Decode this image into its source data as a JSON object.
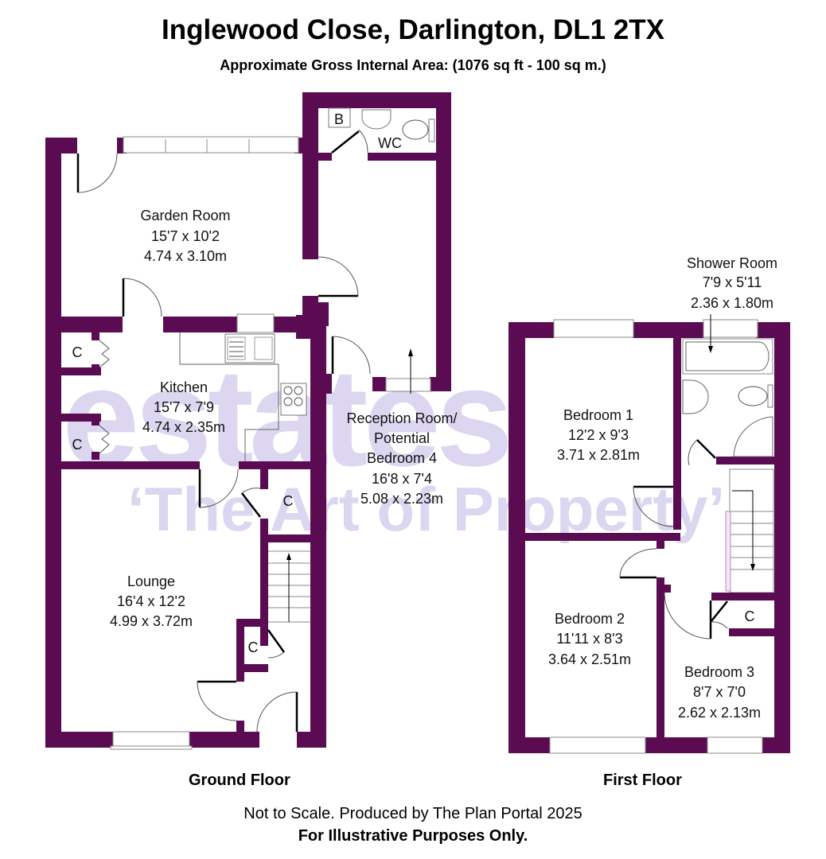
{
  "header": {
    "title": "Inglewood Close, Darlington, DL1 2TX",
    "subtitle": "Approximate Gross Internal Area: (1076 sq ft - 100 sq m.)"
  },
  "watermark": {
    "brand": "estates",
    "tagline": "‘The Art of Property’",
    "color": "#dcd6f0"
  },
  "colors": {
    "wall": "#5a0b52",
    "text": "#000000",
    "background": "#ffffff"
  },
  "ground_floor": {
    "label": "Ground Floor",
    "rooms": [
      {
        "name": "Garden Room",
        "imperial": "15'7 x 10'2",
        "metric": "4.74 x 3.10m"
      },
      {
        "name": "Kitchen",
        "imperial": "15'7 x 7'9",
        "metric": "4.74 x 2.35m"
      },
      {
        "name": "Lounge",
        "imperial": "16'4 x 12'2",
        "metric": "4.99 x 3.72m"
      },
      {
        "name_line1": "Reception Room/",
        "name_line2": "Potential",
        "name_line3": "Bedroom 4",
        "imperial": "16'8 x 7'4",
        "metric": "5.08 x 2.23m"
      }
    ],
    "wc_label": "WC",
    "boiler_label": "B",
    "cupboard_label": "C"
  },
  "first_floor": {
    "label": "First Floor",
    "rooms": [
      {
        "name": "Shower Room",
        "imperial": "7'9 x 5'11",
        "metric": "2.36 x 1.80m"
      },
      {
        "name": "Bedroom 1",
        "imperial": "12'2 x 9'3",
        "metric": "3.71 x 2.81m"
      },
      {
        "name": "Bedroom 2",
        "imperial": "11'11 x 8'3",
        "metric": "3.64 x 2.51m"
      },
      {
        "name": "Bedroom 3",
        "imperial": "8'7 x 7'0",
        "metric": "2.62 x 2.13m"
      }
    ],
    "cupboard_label": "C"
  },
  "footer": {
    "disclaimer": "Not to Scale. Produced by The Plan Portal 2025",
    "notice": "For Illustrative Purposes Only."
  }
}
